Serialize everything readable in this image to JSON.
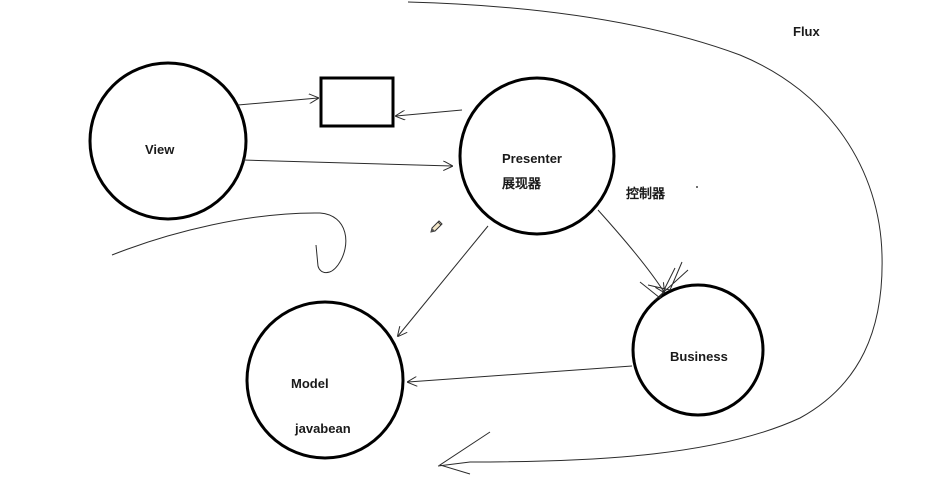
{
  "title": "Flux",
  "nodes": {
    "view": {
      "label": "View"
    },
    "presenter": {
      "label": "Presenter",
      "sublabel": "展现器"
    },
    "model": {
      "label": "Model",
      "sublabel": "javabean"
    },
    "business": {
      "label": "Business"
    }
  },
  "annotations": {
    "controller": "控制器"
  },
  "cursor_icon": "pencil-icon",
  "colors": {
    "stroke": "#000000",
    "thin_stroke": "#2b2b2b"
  }
}
